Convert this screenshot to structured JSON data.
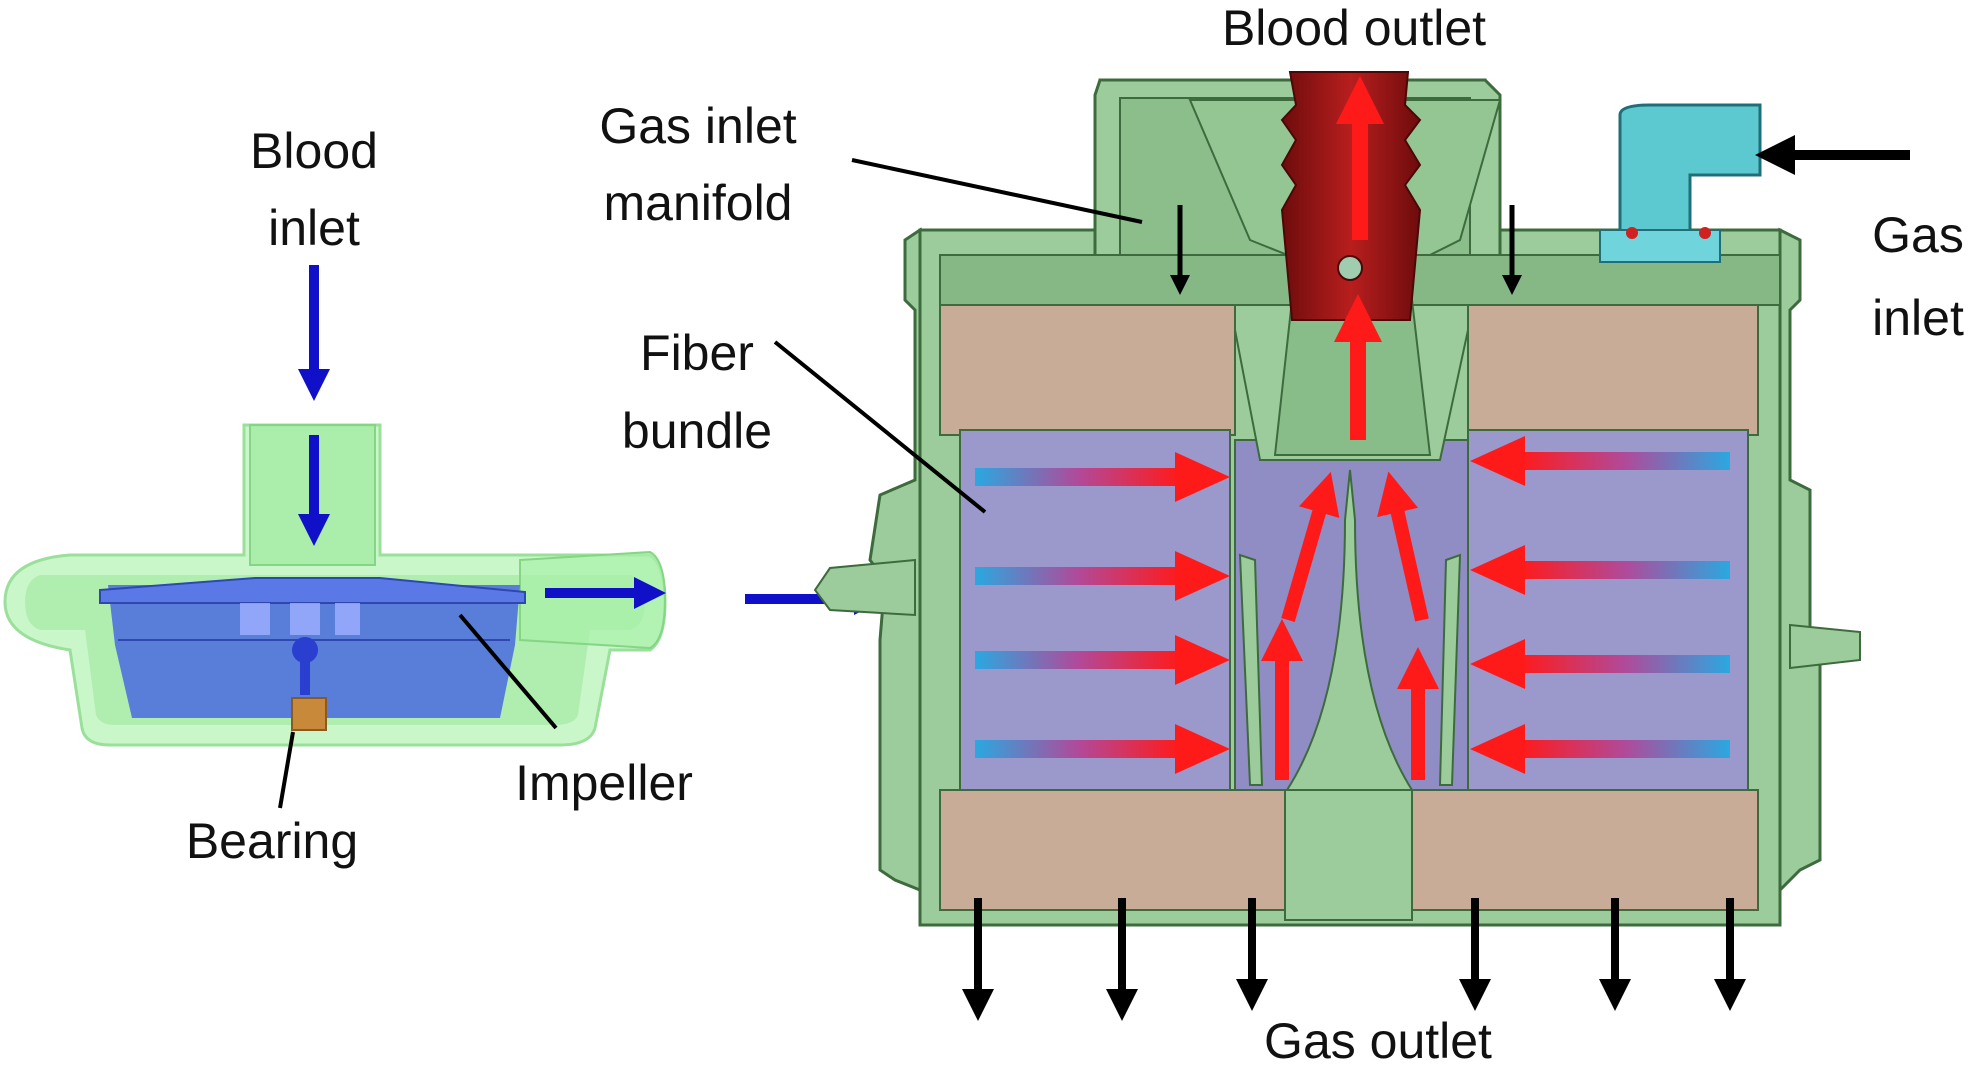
{
  "labels": {
    "blood_inlet": [
      "Blood",
      "inlet"
    ],
    "bearing": "Bearing",
    "impeller": "Impeller",
    "blood_outlet": "Blood outlet",
    "gas_inlet_manifold": [
      "Gas inlet",
      "manifold"
    ],
    "fiber_bundle": [
      "Fiber",
      "bundle"
    ],
    "gas_inlet": [
      "Gas",
      "inlet"
    ],
    "gas_outlet": "Gas outlet"
  },
  "colors": {
    "housing_green": "#9ccc9c",
    "housing_stroke": "#3d6b3d",
    "potting_tan": "#c8ac98",
    "fiber_purple": "#9b99cc",
    "outlet_red": "#a01818",
    "gas_connector_cyan": "#5cc8d0",
    "flow_red": "#ff1a1a",
    "flow_blue": "#1010c8",
    "gas_flow_black": "#000000",
    "pump_glass": "#a8f0a8",
    "impeller_blue": "#4a6ae0",
    "bearing_orange": "#c88a3a"
  }
}
